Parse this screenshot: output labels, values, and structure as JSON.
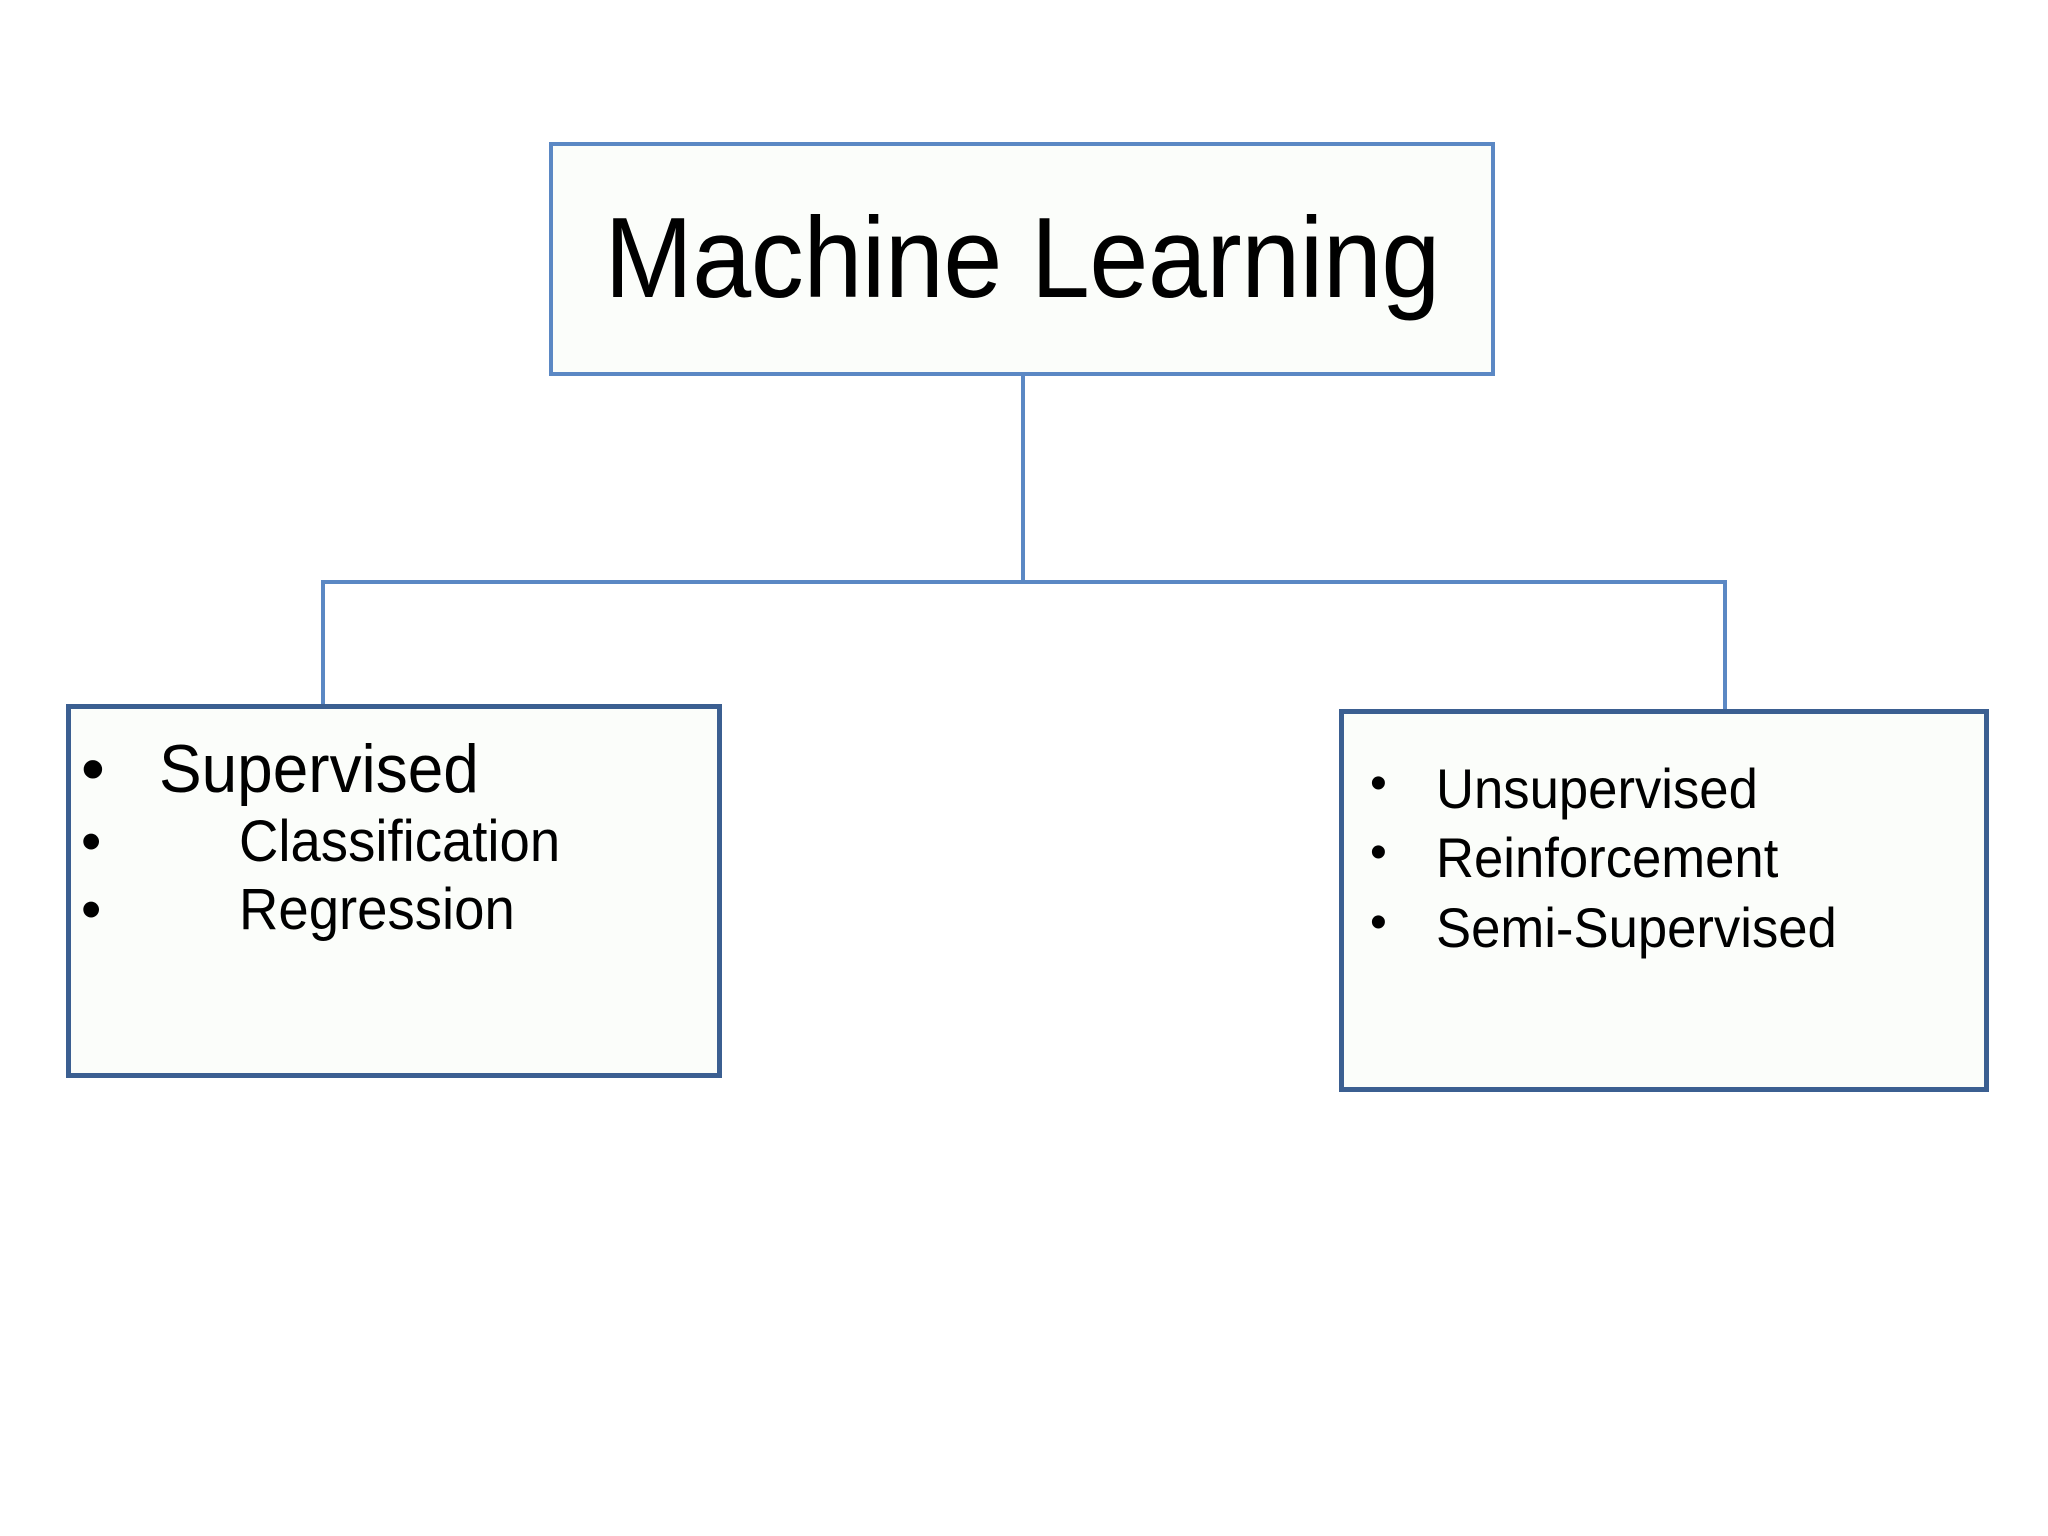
{
  "diagram": {
    "title": "Machine Learning",
    "type": "hierarchy-tree",
    "colors": {
      "root_border": "#5b88c4",
      "child_border": "#3b5f91",
      "connector": "#5b88c4",
      "node_fill": "#fbfdfa",
      "background": "#ffffff",
      "text": "#000000"
    },
    "root": {
      "label": "Machine Learning"
    },
    "children": [
      {
        "name": "supervised-node",
        "items": [
          {
            "label": "Supervised",
            "bullet": "•",
            "level": 1,
            "children": [
              {
                "label": "Classification",
                "bullet": "•",
                "level": 2
              },
              {
                "label": "Regression",
                "bullet": "•",
                "level": 2
              }
            ]
          }
        ]
      },
      {
        "name": "other-learning-types-node",
        "items": [
          {
            "label": "Unsupervised",
            "bullet": "•",
            "level": 1
          },
          {
            "label": "Reinforcement",
            "bullet": "•",
            "level": 1
          },
          {
            "label": "Semi-Supervised",
            "bullet": "•",
            "level": 1
          }
        ]
      }
    ]
  }
}
